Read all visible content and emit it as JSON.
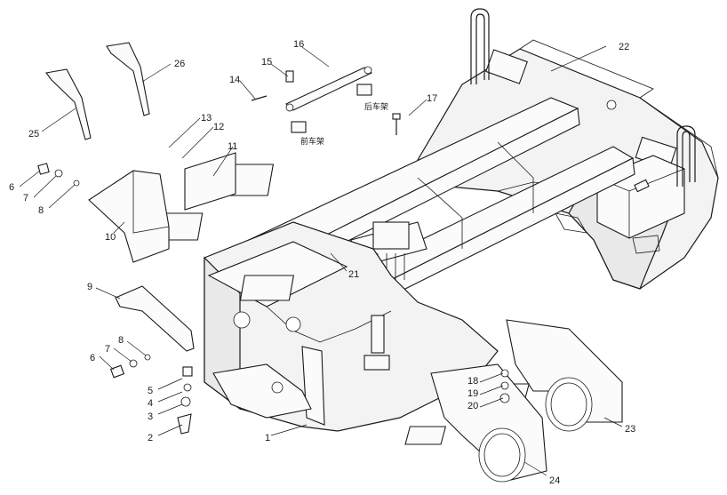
{
  "diagram": {
    "callouts": [
      "1",
      "2",
      "3",
      "4",
      "5",
      "6",
      "7",
      "8",
      "9",
      "10",
      "11",
      "12",
      "13",
      "14",
      "15",
      "16",
      "17",
      "18",
      "19",
      "20",
      "21",
      "22",
      "23",
      "24",
      "25",
      "26"
    ],
    "duplicate_callouts": {
      "six_lower": "6",
      "seven_lower": "7",
      "eight_lower": "8"
    },
    "captions": {
      "front_frame": "前车架",
      "rear_frame": "后车架"
    }
  }
}
